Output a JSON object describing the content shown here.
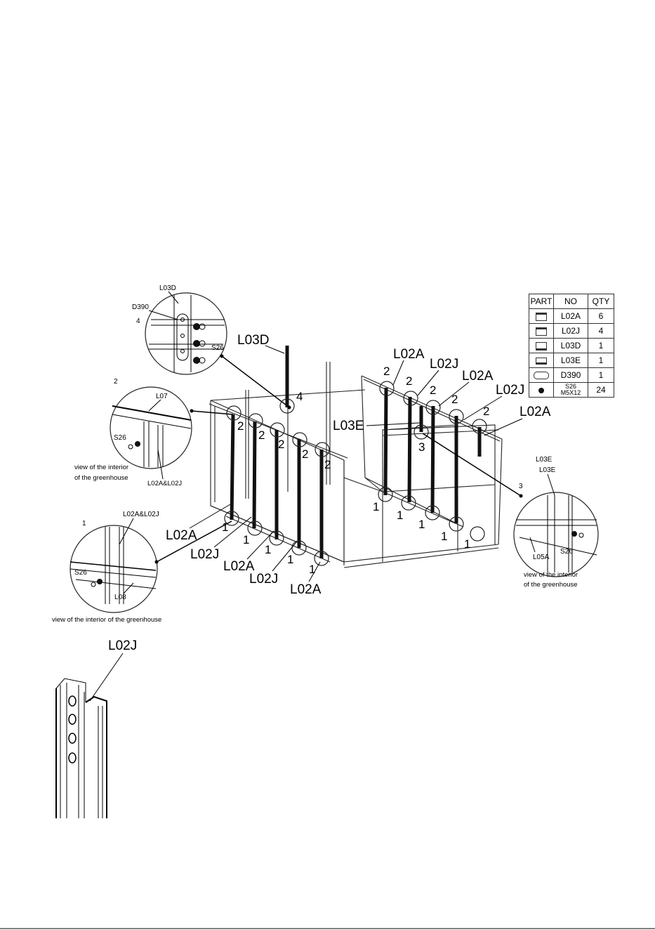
{
  "parts_table": {
    "headers": [
      "PART",
      "NO",
      "QTY"
    ],
    "rows": [
      {
        "icon": "profile-a-icon",
        "no": "L02A",
        "qty": "6"
      },
      {
        "icon": "profile-j-icon",
        "no": "L02J",
        "qty": "4"
      },
      {
        "icon": "profile-d-icon",
        "no": "L03D",
        "qty": "1"
      },
      {
        "icon": "profile-e-icon",
        "no": "L03E",
        "qty": "1"
      },
      {
        "icon": "plate-icon",
        "no": "D390",
        "qty": "1"
      },
      {
        "icon": "screw-icon",
        "no": "S26",
        "no2": "M5X12",
        "qty": "24"
      }
    ]
  },
  "main_labels": {
    "l03d": "L03D",
    "n4": "4",
    "l02a_top1": "L02A",
    "l02j_top": "L02J",
    "l02a_top2": "L02A",
    "l02j_top2": "L02J",
    "l02a_right": "L02A",
    "l03e": "L03E",
    "n3": "3",
    "left_front": [
      "L02A",
      "L02J",
      "L02A",
      "L02J",
      "L02A"
    ],
    "two": "2",
    "one": "1"
  },
  "detail4": {
    "l03d": "L03D",
    "d390": "D390",
    "n": "4",
    "s26": "S26"
  },
  "detail2": {
    "n": "2",
    "l07": "L07",
    "s26": "S26",
    "parts": "L02A&L02J",
    "note1": "view of the interior",
    "note2": "of the greenhouse"
  },
  "detail1": {
    "n": "1",
    "parts": "L02A&L02J",
    "s26": "S26",
    "l08": "L08",
    "note": "view of the interior of the greenhouse"
  },
  "detail3": {
    "n": "3",
    "l03e_a": "L03E",
    "l03e_b": "L03E",
    "l05a": "L05A",
    "s26": "S26",
    "note1": "view of the interior",
    "note2": "of the greenhouse"
  },
  "profile_detail": {
    "label": "L02J"
  }
}
